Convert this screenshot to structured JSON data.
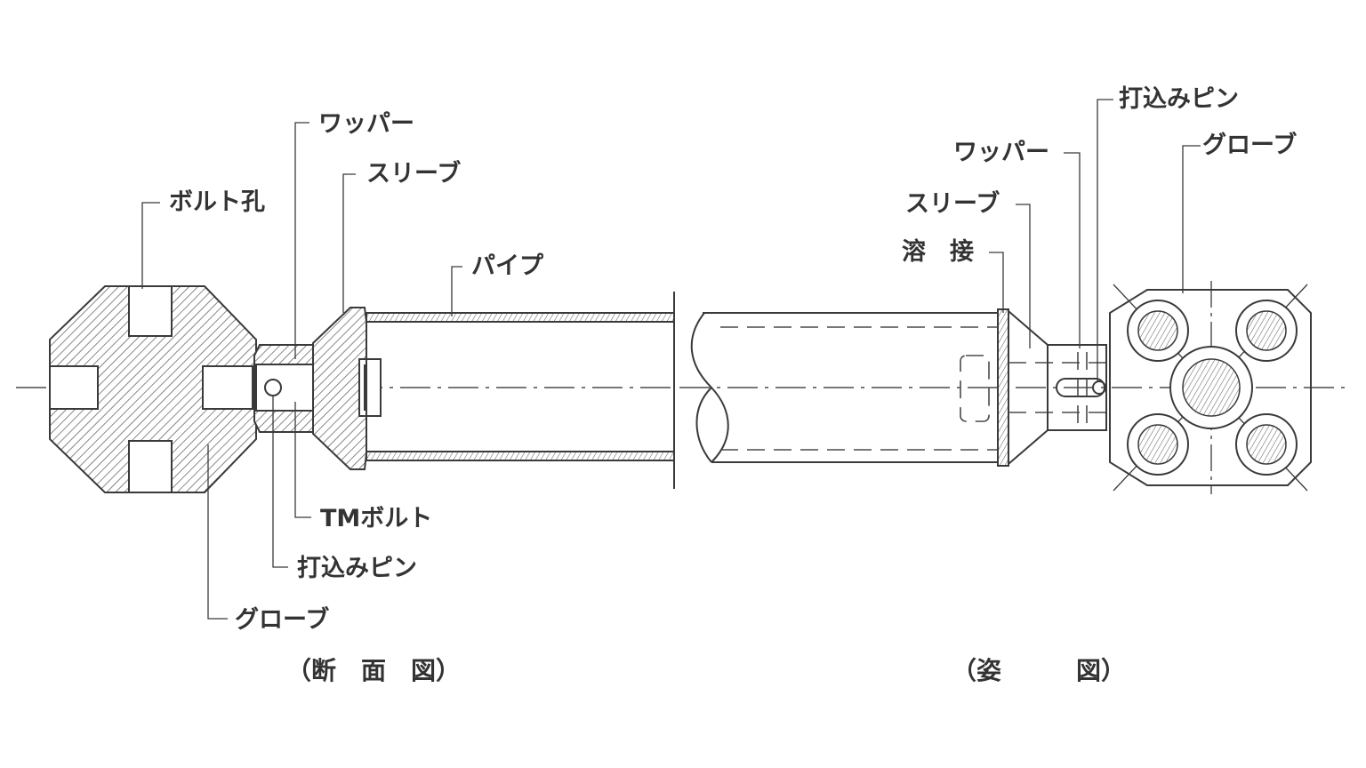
{
  "labels": {
    "section": {
      "wapper": "ワッパー",
      "sleeve": "スリーブ",
      "bolt_hole": "ボルト孔",
      "pipe": "パイプ",
      "tm_bolt": "TMボルト",
      "drive_pin": "打込みピン",
      "globe": "グローブ"
    },
    "view": {
      "drive_pin": "打込みピン",
      "wapper": "ワッパー",
      "globe": "グローブ",
      "sleeve": "スリーブ",
      "weld": "溶　接"
    }
  },
  "captions": {
    "section": "（断　面　図）",
    "view": "（姿　　　図）"
  }
}
